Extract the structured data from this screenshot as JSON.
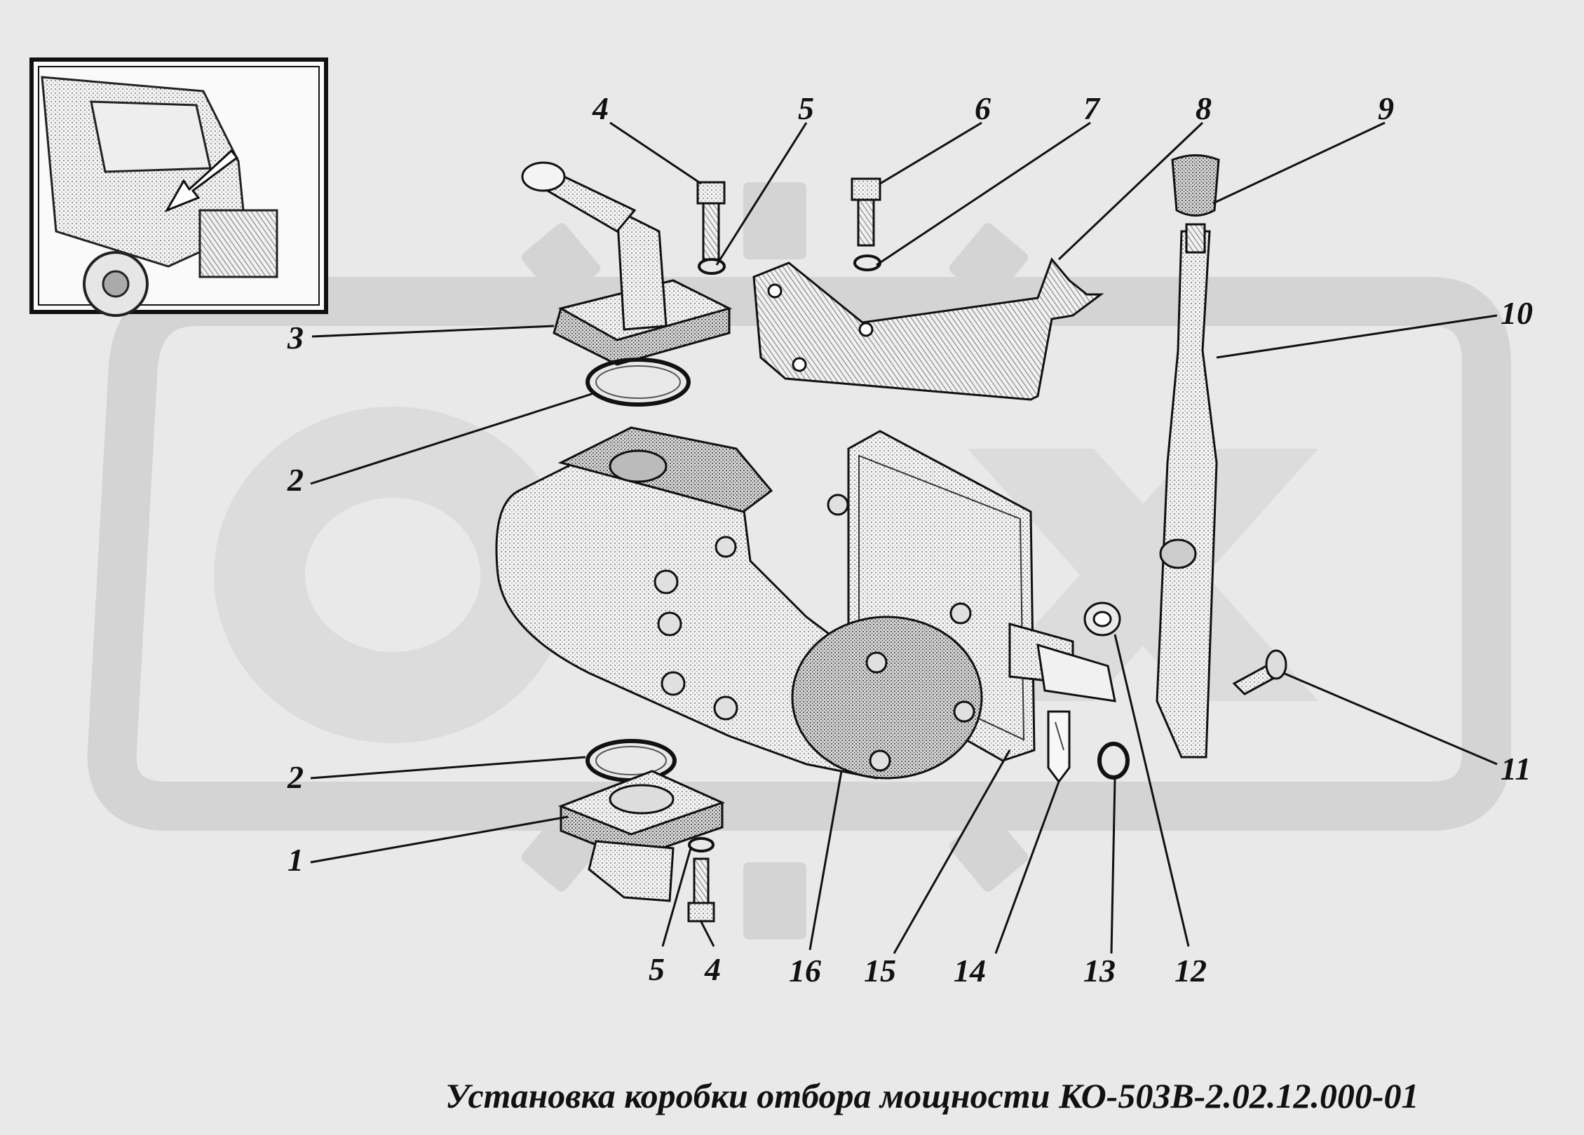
{
  "title": "Установка коробки отбора мощности КО-503В-2.02.12.000-01",
  "callouts": [
    {
      "id": "c1",
      "label": "1"
    },
    {
      "id": "c2a",
      "label": "2"
    },
    {
      "id": "c2b",
      "label": "2"
    },
    {
      "id": "c3",
      "label": "3"
    },
    {
      "id": "c4a",
      "label": "4"
    },
    {
      "id": "c4b",
      "label": "4"
    },
    {
      "id": "c5a",
      "label": "5"
    },
    {
      "id": "c5b",
      "label": "5"
    },
    {
      "id": "c6",
      "label": "6"
    },
    {
      "id": "c7",
      "label": "7"
    },
    {
      "id": "c8",
      "label": "8"
    },
    {
      "id": "c9",
      "label": "9"
    },
    {
      "id": "c10",
      "label": "10"
    },
    {
      "id": "c11",
      "label": "11"
    },
    {
      "id": "c12",
      "label": "12"
    },
    {
      "id": "c13",
      "label": "13"
    },
    {
      "id": "c14",
      "label": "14"
    },
    {
      "id": "c15",
      "label": "15"
    },
    {
      "id": "c16",
      "label": "16"
    }
  ],
  "watermark_text": "ОАХ",
  "colors": {
    "background": "#e9e9e9",
    "watermark": "#d2d2d2",
    "ink": "#111111"
  }
}
